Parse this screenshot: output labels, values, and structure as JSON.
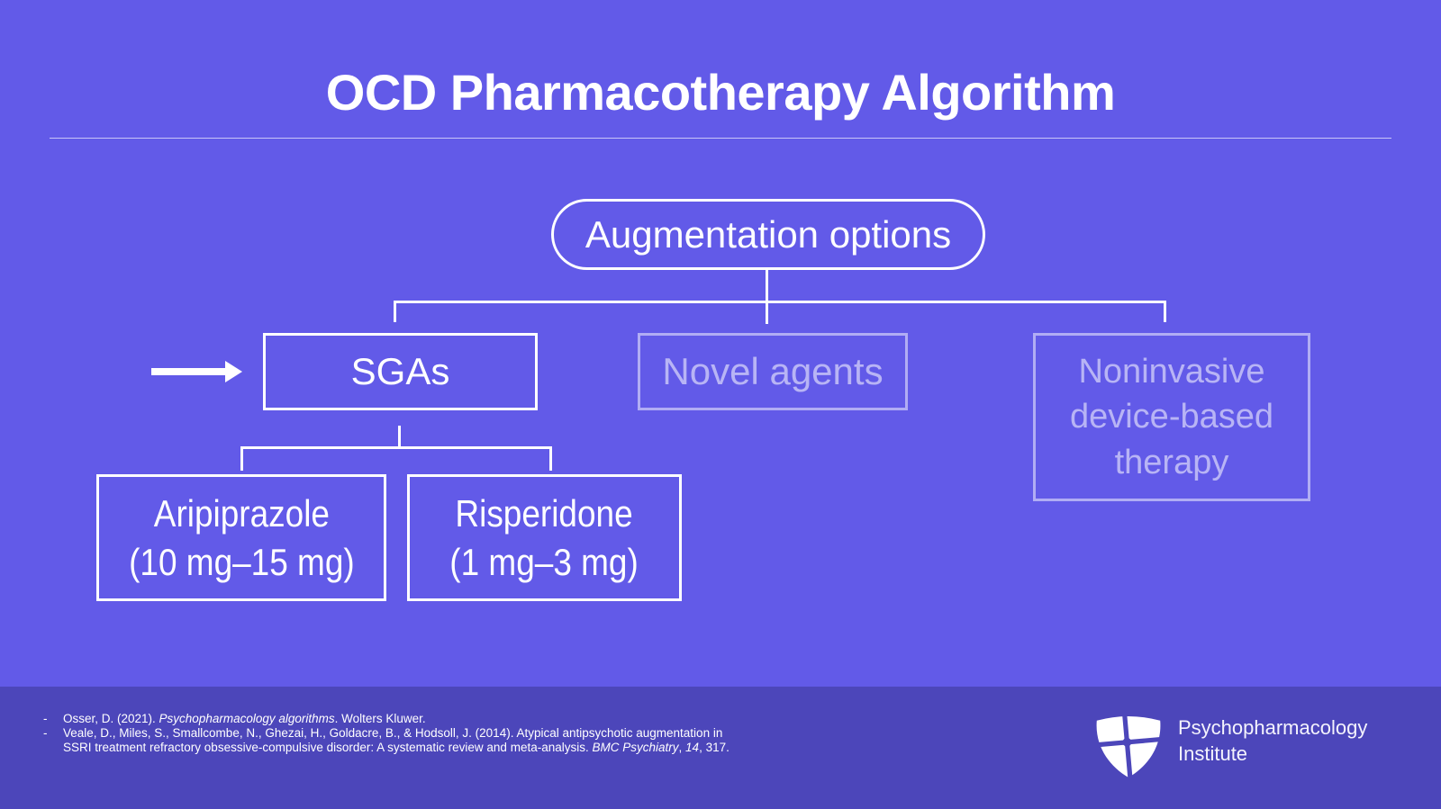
{
  "slide": {
    "title": "OCD Pharmacotherapy Algorithm",
    "colors": {
      "background": "#625AE8",
      "footer_band": "#4C46BA",
      "line": "#FFFFFF",
      "faded_text": "rgba(255,255,255,0.55)"
    }
  },
  "flowchart": {
    "root": {
      "label": "Augmentation options"
    },
    "branches": {
      "sgas": {
        "label": "SGAs",
        "highlighted": true
      },
      "novel": {
        "label": "Novel agents",
        "faded": true
      },
      "noninvasive": {
        "lines": [
          "Noninvasive",
          "device-based",
          "therapy"
        ],
        "faded": true
      }
    },
    "drugs": {
      "aripiprazole": {
        "name": "Aripiprazole",
        "dose": "(10 mg–15 mg)"
      },
      "risperidone": {
        "name": "Risperidone",
        "dose": "(1 mg–3 mg)"
      }
    }
  },
  "footer": {
    "references": [
      {
        "marker": "-",
        "lines": [
          [
            {
              "t": "Osser, D. (2021). "
            },
            {
              "t": "Psychopharmacology algorithms",
              "i": true
            },
            {
              "t": ". Wolters Kluwer."
            }
          ]
        ]
      },
      {
        "marker": "-",
        "lines": [
          [
            {
              "t": "Veale, D., Miles, S., Smallcombe, N., Ghezai, H., Goldacre, B., & Hodsoll, J. (2014). Atypical antipsychotic augmentation in"
            }
          ],
          [
            {
              "t": "SSRI treatment refractory obsessive-compulsive disorder: A systematic review and meta-analysis. "
            },
            {
              "t": "BMC Psychiatry",
              "i": true
            },
            {
              "t": ", "
            },
            {
              "t": "14",
              "i": true
            },
            {
              "t": ", 317."
            }
          ]
        ]
      }
    ],
    "logo": {
      "line1": "Psychopharmacology",
      "line2": "Institute"
    }
  }
}
